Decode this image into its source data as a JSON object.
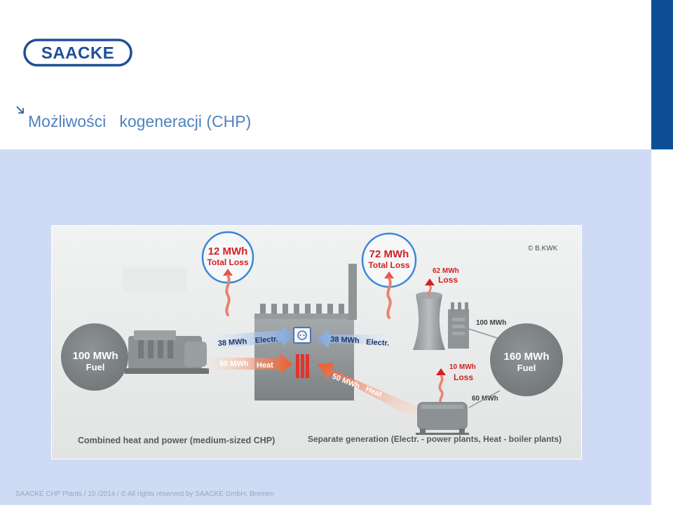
{
  "logo": {
    "text": "SAACKE"
  },
  "slide": {
    "title": "Możliwości   kogeneracji (CHP)",
    "footer": "SAACKE CHP Plants / 10 /2014 / © All rights reserved by SAACKE GmbH, Bremen"
  },
  "diagram": {
    "copyright": "© B.KWK",
    "chp": {
      "fuel_value": "100 MWh",
      "fuel_label": "Fuel",
      "loss_value": "12 MWh",
      "loss_label": "Total Loss",
      "electricity_value": "38 MWh",
      "electricity_label": "Electr.",
      "heat_value": "50 MWh",
      "heat_label": "Heat",
      "caption": "Combined heat and power (medium-sized CHP)"
    },
    "separate": {
      "fuel_value": "160 MWh",
      "fuel_label": "Fuel",
      "loss_value": "72 MWh",
      "loss_label": "Total Loss",
      "power_loss_value": "62 MWh",
      "power_loss_label": "Loss",
      "power_input": "100 MWh",
      "boiler_loss_value": "10 MWh",
      "boiler_loss_label": "Loss",
      "boiler_input": "60 MWh",
      "electricity_value": "38 MWh",
      "electricity_label": "Electr.",
      "heat_value": "50 MWh",
      "heat_label": "Heat",
      "caption": "Separate generation (Electr. - power plants, Heat - boiler plants)"
    },
    "colors": {
      "loss_ring": "#3a86d6",
      "loss_text": "#d42020",
      "electricity": "#8fb3e6",
      "heat": "#f26b3a",
      "fuel_circle": "#7d8385",
      "building": "#8f9497"
    }
  }
}
